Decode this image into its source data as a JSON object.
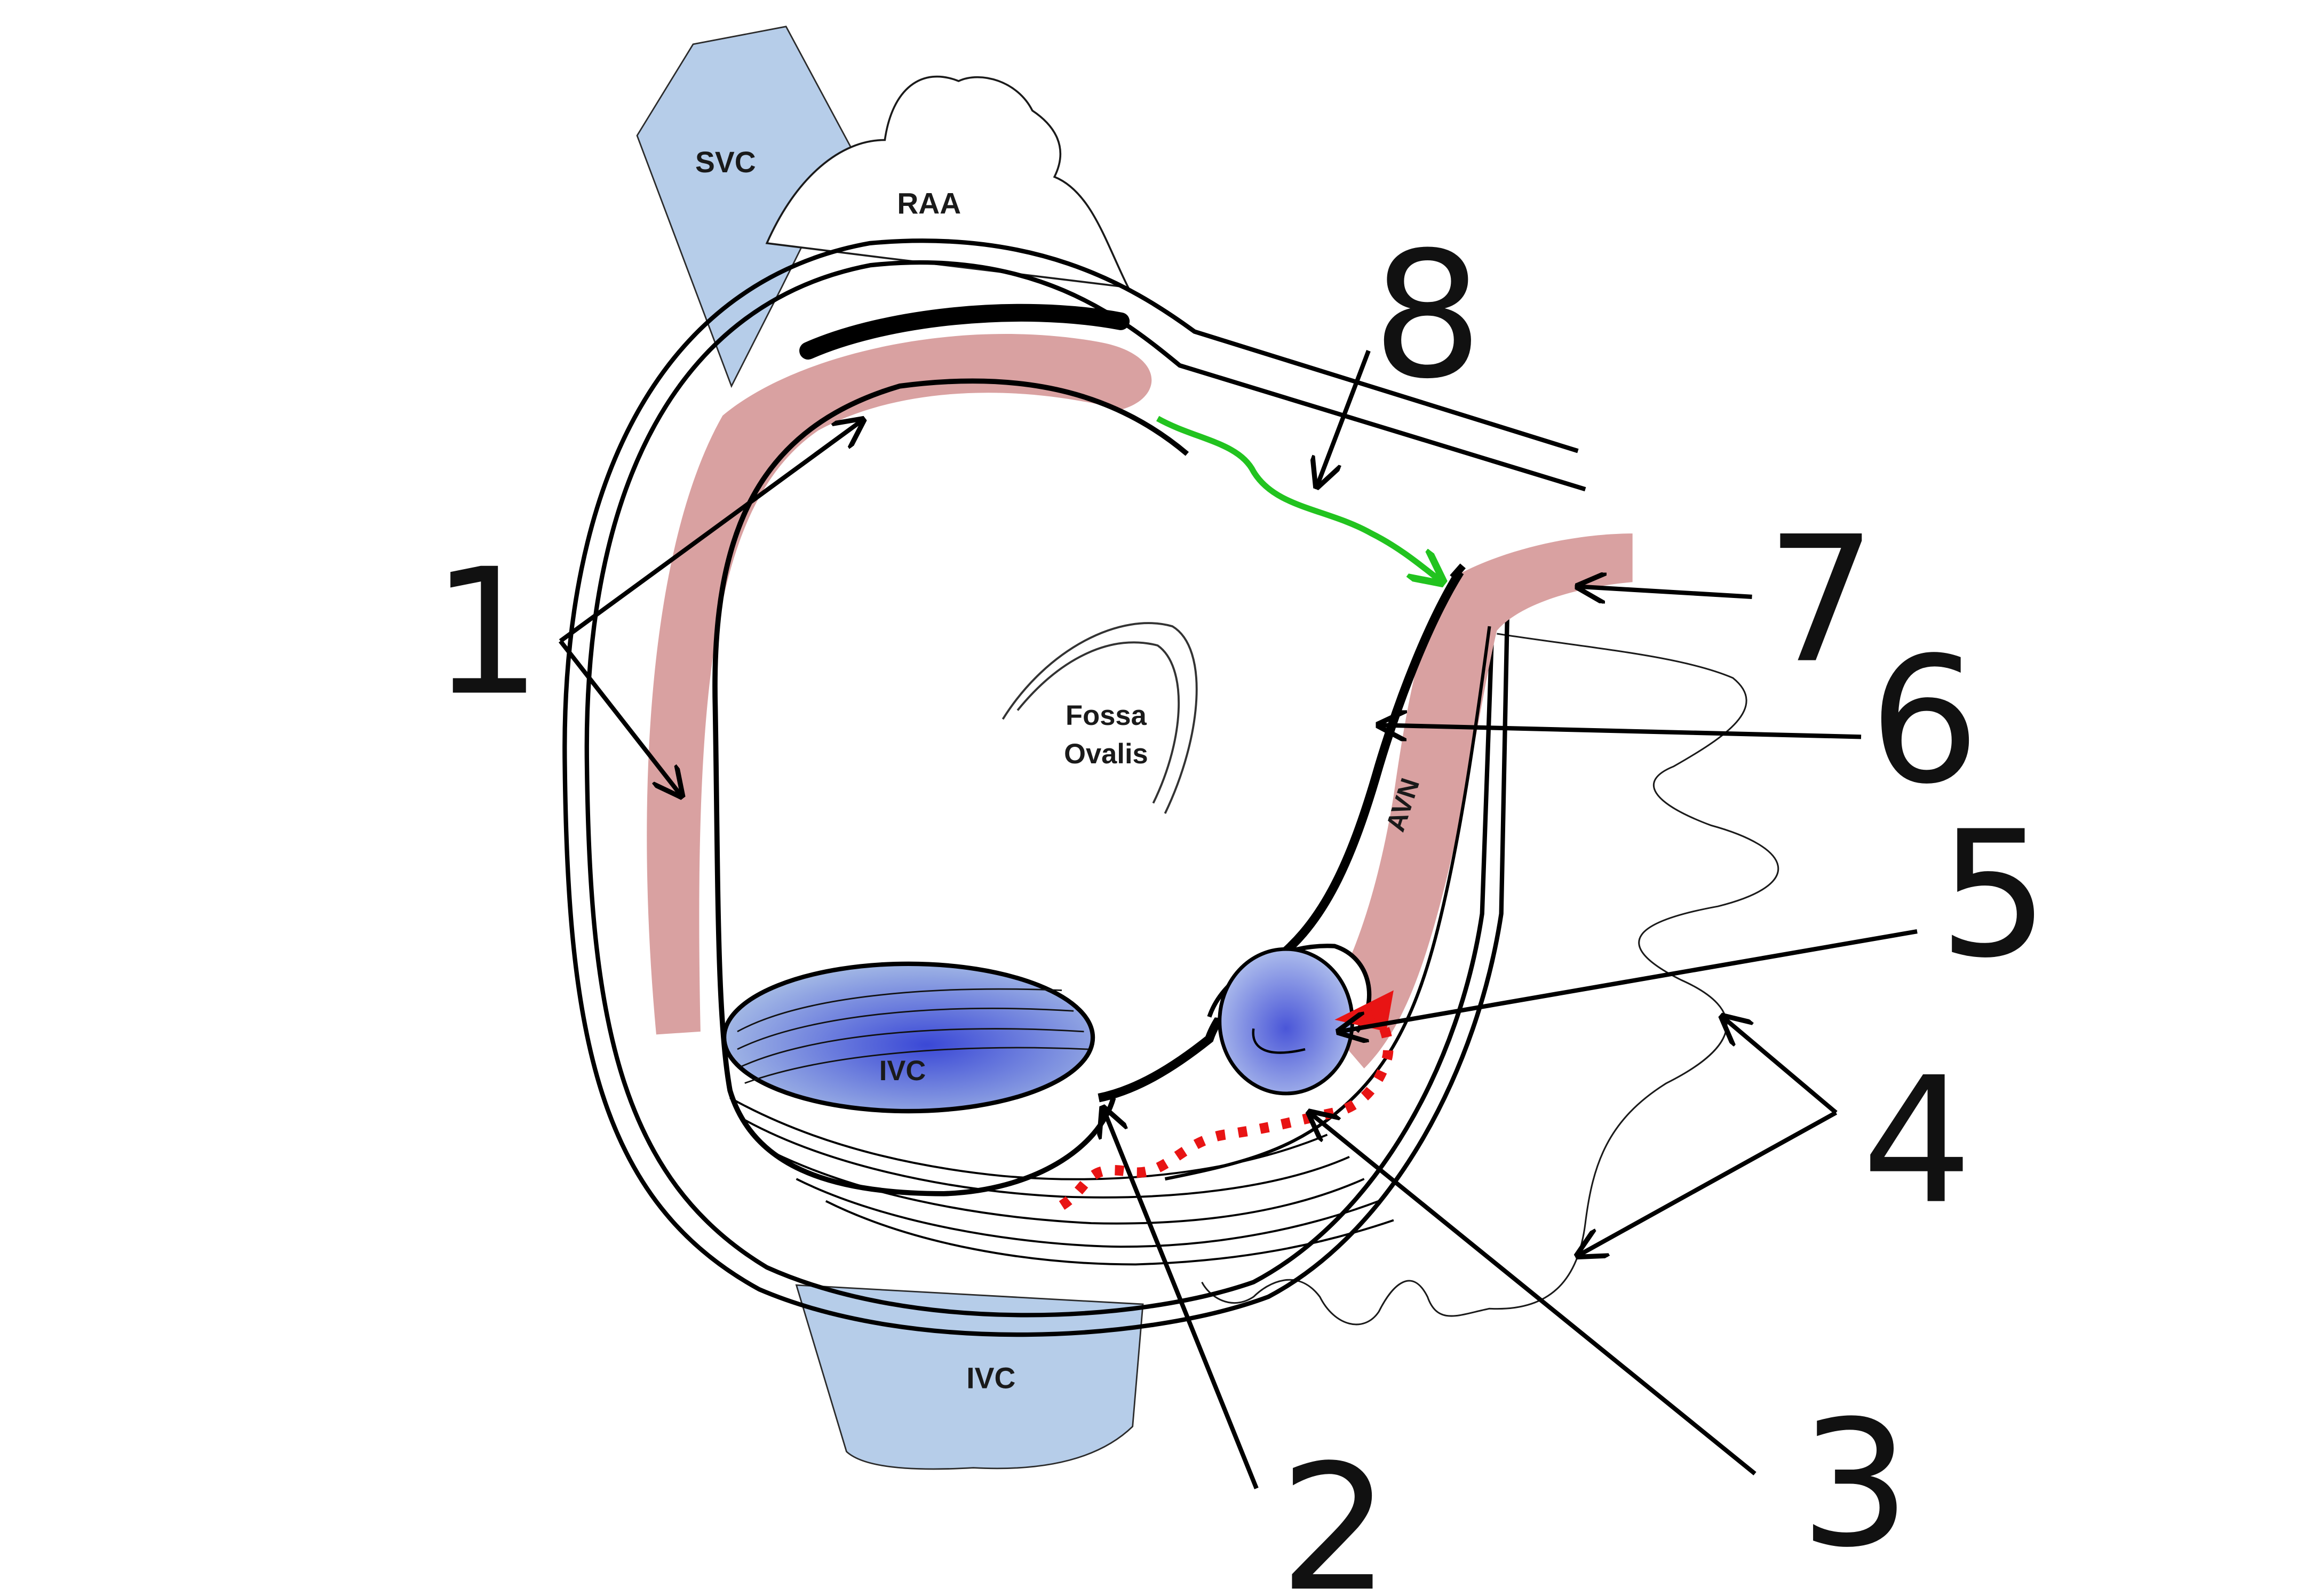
{
  "labels": {
    "svc": "SVC",
    "raa": "RAA",
    "fossa_line1": "Fossa",
    "fossa_line2": "Ovalis",
    "ivc_inner": "IVC",
    "ivc_outer": "IVC",
    "avn": "AVN"
  },
  "numbers": {
    "n1": "1",
    "n2": "2",
    "n3": "3",
    "n4": "4",
    "n5": "5",
    "n6": "6",
    "n7": "7",
    "n8": "8"
  },
  "colors": {
    "vessel_blue": "#b6cde9",
    "muscle_pink": "#d9a1a1",
    "ivc_orifice_dark": "#3f4fd8",
    "cs_ostium": "#6a74dd",
    "conduction_green": "#22c31f",
    "isthmus_red": "#e81414",
    "outline": "#000000"
  }
}
